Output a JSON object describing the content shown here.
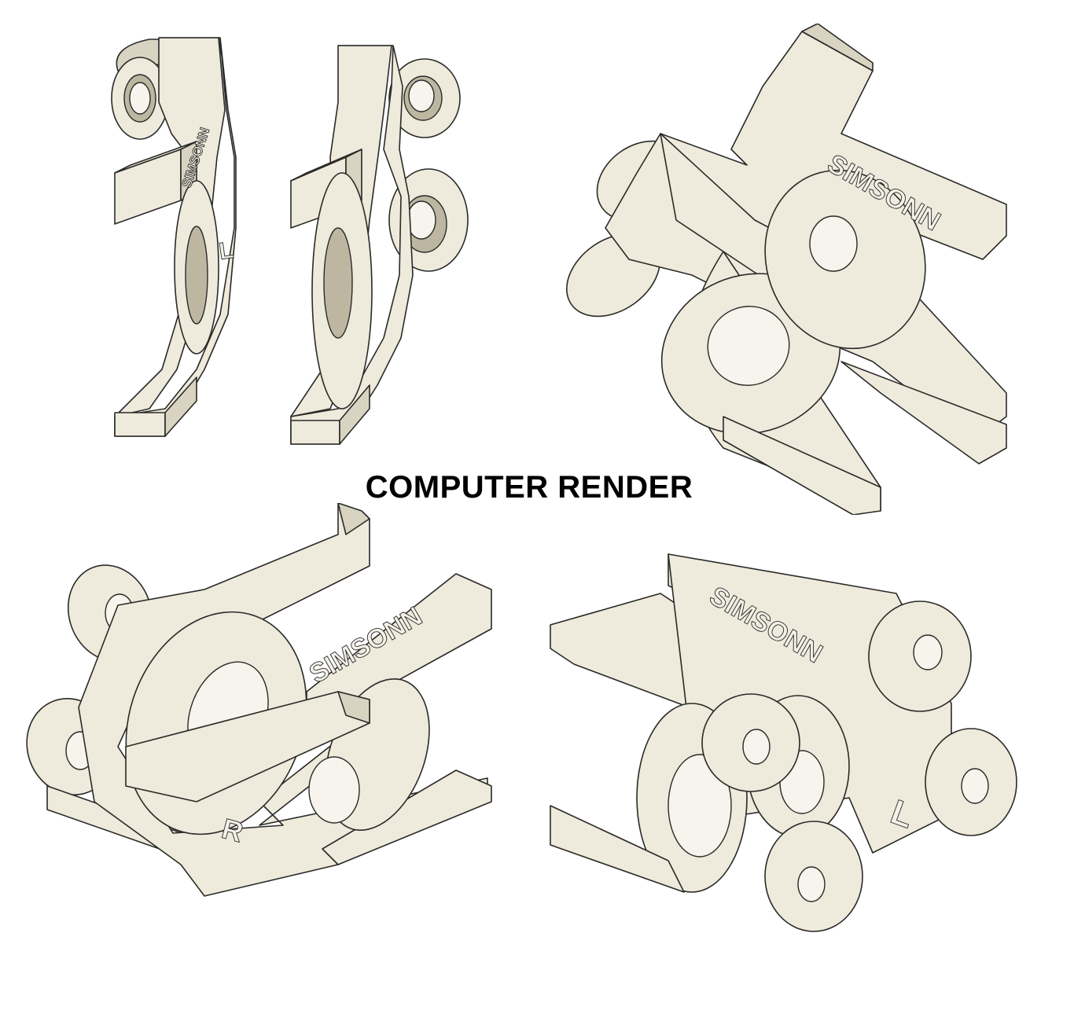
{
  "caption": "COMPUTER RENDER",
  "views": [
    {
      "engraving_brand": "SIMSONN",
      "engraving_side": "L"
    },
    {
      "engraving_brand": "",
      "engraving_side": ""
    },
    {
      "engraving_brand": "SIMSONN",
      "engraving_side": ""
    },
    {
      "engraving_brand": "SIMSONN",
      "engraving_side": "R"
    },
    {
      "engraving_brand": "SIMSONN",
      "engraving_side": "L"
    }
  ],
  "colors": {
    "part": "#eeeadc",
    "shadow": "#d9d4c2",
    "edge": "#2a2a28",
    "background": "#ffffff"
  }
}
